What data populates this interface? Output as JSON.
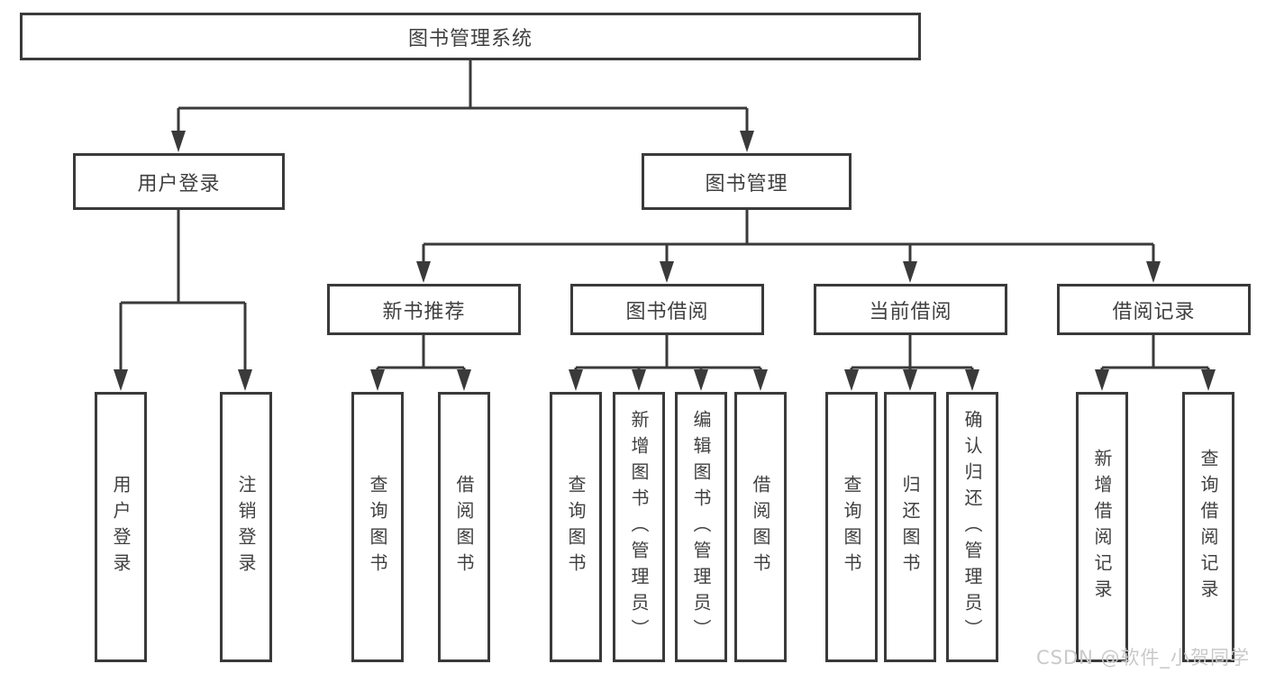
{
  "diagram": {
    "nodes": {
      "root": "图书管理系统",
      "user_login": "用户登录",
      "book_mgmt": "图书管理",
      "new_books": "新书推荐",
      "book_borrow": "图书借阅",
      "current_borrow": "当前借阅",
      "borrow_records": "借阅记录"
    },
    "leaves": {
      "user_login": [
        "用户登录",
        "注销登录"
      ],
      "new_books": [
        "查询图书",
        "借阅图书"
      ],
      "book_borrow": [
        "查询图书",
        "新增图书（管理员）",
        "编辑图书（管理员）",
        "借阅图书"
      ],
      "current_borrow": [
        "查询图书",
        "归还图书",
        "确认归还（管理员）"
      ],
      "borrow_records": [
        "新增借阅记录",
        "查询借阅记录"
      ]
    },
    "watermark": "CSDN @软件_小贺同学",
    "colors": {
      "line": "#3a3a3a",
      "text": "#404040",
      "background": "#ffffff",
      "watermark": "#c9c9c9"
    }
  }
}
